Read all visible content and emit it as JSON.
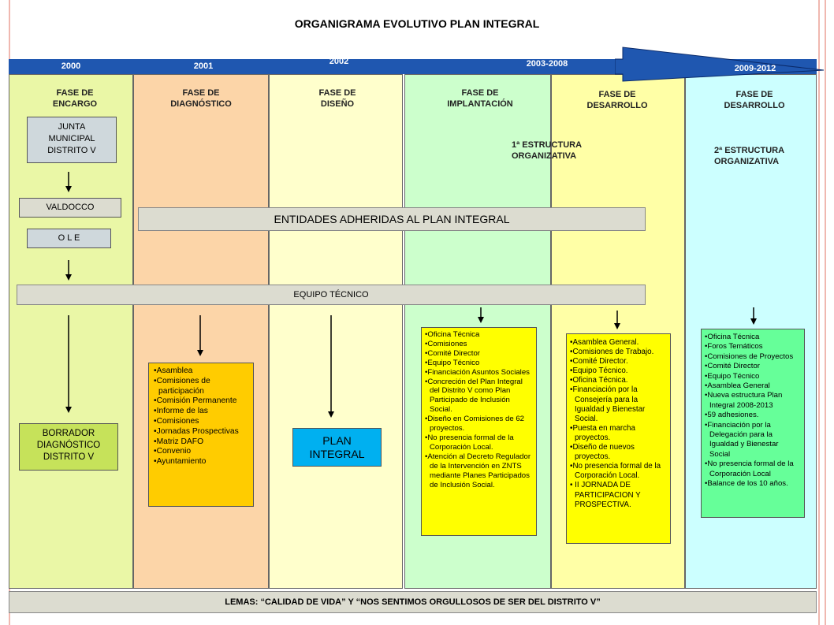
{
  "title": "ORGANIGRAMA EVOLUTIVO PLAN INTEGRAL",
  "years": [
    "2000",
    "2001",
    "2002",
    "2003-2008",
    "2009-2012"
  ],
  "phases": [
    {
      "line1": "FASE DE",
      "line2": "ENCARGO"
    },
    {
      "line1": "FASE DE",
      "line2": "DIAGNÓSTICO"
    },
    {
      "line1": "FASE DE",
      "line2": "DISEÑO"
    },
    {
      "line1": "FASE DE",
      "line2": "IMPLANTACIÓN"
    },
    {
      "line1": "FASE DE",
      "line2": "DESARROLLO"
    },
    {
      "line1": "FASE DE",
      "line2": "DESARROLLO"
    }
  ],
  "boxes": {
    "junta": [
      "JUNTA",
      "MUNICIPAL",
      "DISTRITO  V"
    ],
    "valdocco": "VALDOCCO",
    "ole": "O L E",
    "borrador": [
      "BORRADOR",
      "DIAGNÓSTICO",
      "DISTRITO  V"
    ],
    "plan": [
      "PLAN",
      "INTEGRAL"
    ]
  },
  "entidades": "ENTIDADES ADHERIDAS AL PLAN INTEGRAL",
  "equipo": "EQUIPO TÉCNICO",
  "estructura1": [
    "1ª ESTRUCTURA",
    "ORGANIZATIVA"
  ],
  "estructura2": [
    "2ª ESTRUCTURA",
    "ORGANIZATIVA"
  ],
  "lists": {
    "diagnostico": [
      "Asamblea",
      "Comisiones de participación",
      "Comisión Permanente",
      "Informe de las",
      "Comisiones",
      "Jornadas Prospectivas",
      "Matriz DAFO",
      "Convenio",
      "Ayuntamiento"
    ],
    "implantacion": [
      "Oficina Técnica",
      "Comisiones",
      "Comité Director",
      "Equipo Técnico",
      "Financiación Asuntos Sociales",
      "Concreción del Plan Integral del Distrito V como Plan Participado de Inclusión Social.",
      "Diseño en Comisiones de 62 proyectos.",
      "No presencia formal de la Corporación Local.",
      "Atención al Decreto Regulador de la Intervención en ZNTS mediante Planes Participados de Inclusión Social."
    ],
    "desarrollo1": [
      "Asamblea General.",
      "Comisiones de Trabajo.",
      "Comité Director.",
      "Equipo Técnico.",
      "Oficina Técnica.",
      "Financiación por la Consejería para la Igualdad y Bienestar Social.",
      "Puesta en marcha    proyectos.",
      "Diseño de nuevos    proyectos.",
      "No presencia formal de la Corporación Local.",
      " II JORNADA DE PARTICIPACION Y PROSPECTIVA."
    ],
    "desarrollo2": [
      "Oficina Técnica",
      "Foros Temáticos",
      "Comisiones de Proyectos",
      "Comité Director",
      "Equipo Técnico",
      "Asamblea General",
      "Nueva estructura Plan Integral 2008-2013",
      "59 adhesiones.",
      "Financiación por la Delegación para la Igualdad y Bienestar Social",
      "No presencia formal de la Corporación Local",
      "Balance de los 10 años."
    ]
  },
  "lemas": "LEMAS: “CALIDAD DE VIDA” Y “NOS SENTIMOS ORGULLOSOS DE SER DEL DISTRITO V”",
  "colors": {
    "encargo": "#eaf7a6",
    "diagnostico": "#fcd5a8",
    "diseno": "#ffffcc",
    "implantacion": "#ccffcc",
    "desarrollo1": "#ffffa6",
    "desarrollo2": "#ccffff",
    "timeline": "#1f57b0",
    "diag_list": "#ffcc00",
    "yellow_list": "#ffff00",
    "plan_box": "#00b0f0"
  }
}
